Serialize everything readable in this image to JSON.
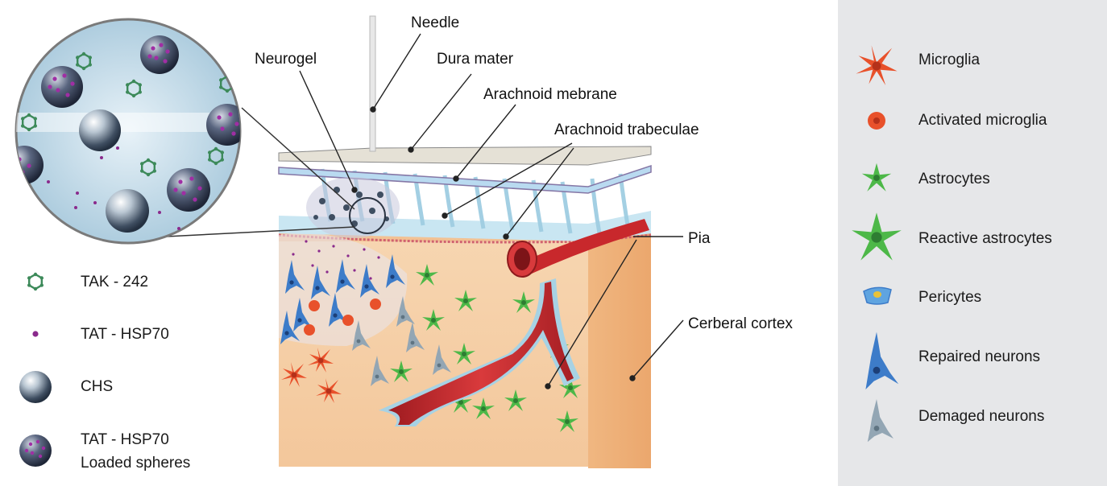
{
  "callouts": {
    "needle": "Needle",
    "neurogel": "Neurogel",
    "dura_mater": "Dura mater",
    "arachnoid_membrane": "Arachnoid mebrane",
    "arachnoid_trabeculae": "Arachnoid trabeculae",
    "pia": "Pia",
    "cortex": "Cerberal cortex"
  },
  "left_legend": [
    {
      "icon": "tak242-ring-icon",
      "label": "TAK - 242"
    },
    {
      "icon": "tat-hsp70-dot-icon",
      "label": "TAT - HSP70"
    },
    {
      "icon": "chs-sphere-icon",
      "label": "CHS"
    },
    {
      "icon": "loaded-sphere-icon",
      "label_line1": "TAT - HSP70",
      "label_line2": "Loaded spheres"
    }
  ],
  "right_legend": [
    {
      "icon": "microglia-icon",
      "label": "Microglia"
    },
    {
      "icon": "activated-microglia-icon",
      "label": "Activated microglia"
    },
    {
      "icon": "astrocyte-icon",
      "label": "Astrocytes"
    },
    {
      "icon": "reactive-astrocyte-icon",
      "label": "Reactive astrocytes"
    },
    {
      "icon": "pericyte-icon",
      "label": "Pericytes"
    },
    {
      "icon": "repaired-neuron-icon",
      "label": "Repaired neurons"
    },
    {
      "icon": "damaged-neuron-icon",
      "label": "Demaged neurons"
    }
  ],
  "colors": {
    "legend_panel": "#e6e7e9",
    "cortex": "#f8d7b0",
    "vessel": "#c8282c",
    "membrane": "#bfe0ee",
    "astrocyte": "#4db848",
    "microglia": "#e8512b",
    "neuron_repaired": "#3d7cc9",
    "neuron_damaged": "#93a6b4",
    "loaded_sphere_dots": "#8a2a8c",
    "tak242": "#3d8a5a"
  }
}
